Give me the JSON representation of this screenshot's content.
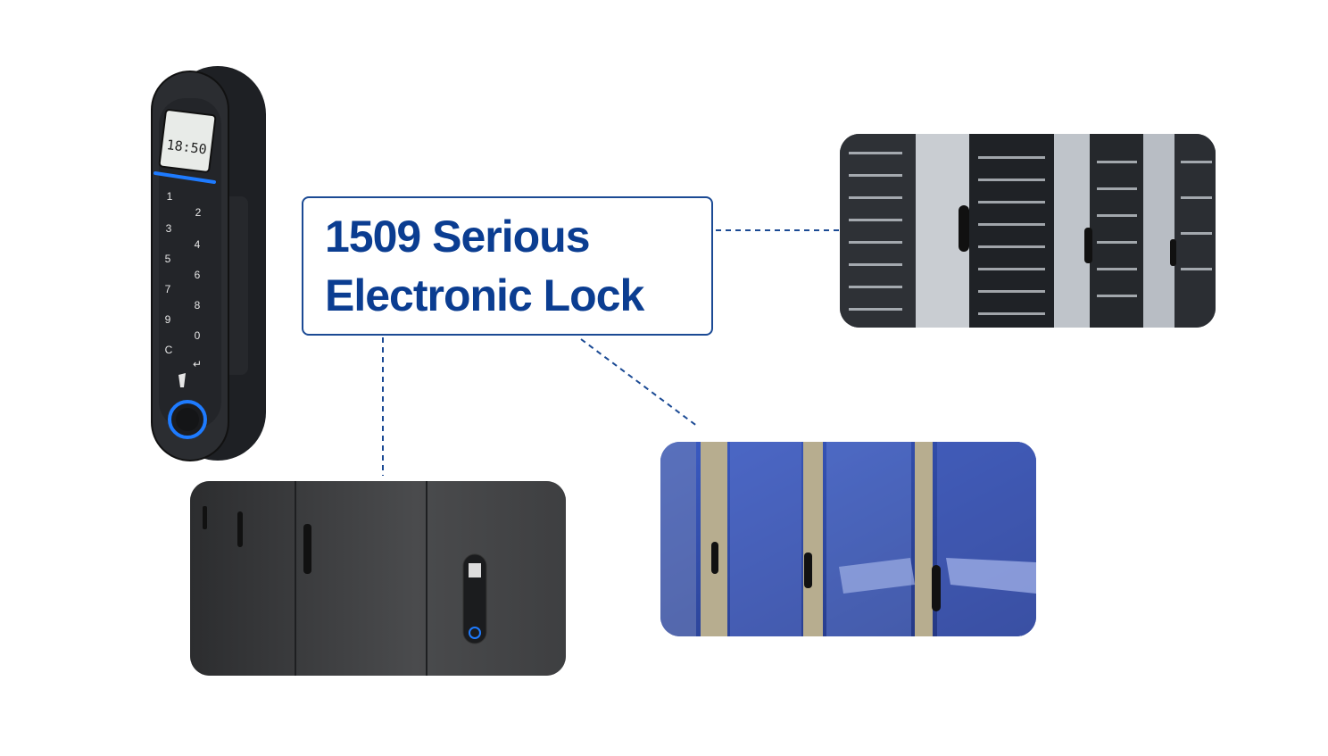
{
  "title": {
    "line1": "1509 Serious",
    "line2": "Electronic Lock"
  },
  "lock": {
    "display_time": "18:50",
    "keys": [
      "1",
      "2",
      "3",
      "4",
      "5",
      "6",
      "7",
      "8",
      "9",
      "0",
      "C",
      "↵"
    ]
  },
  "colors": {
    "brand_blue": "#0b3d91",
    "accent_blue": "#1e7bff",
    "lock_body": "#2a2c30"
  }
}
